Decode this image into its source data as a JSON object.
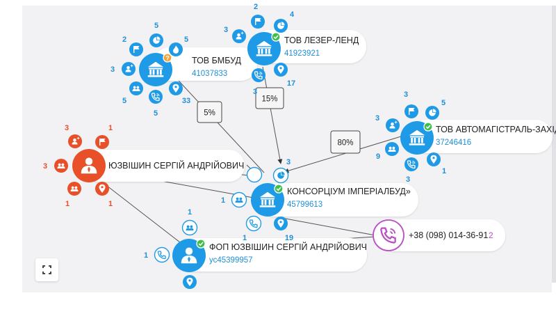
{
  "colors": {
    "company": "#1f9ae6",
    "person": "#e8502a",
    "phone": "#b94fc4",
    "check": "#3fbf4a",
    "warn": "#f0a43a",
    "line": "#555555"
  },
  "nodes": {
    "bmbud": {
      "name": "ТОВ БМБУД",
      "code": "41037833",
      "icon": "bank-icon",
      "badge": "warn"
    },
    "lezer": {
      "name": "ТОВ ЛЕЗЕР-ЛЕНД",
      "code": "41923921",
      "icon": "bank-icon",
      "badge": "check"
    },
    "avto": {
      "name": "ТОВ АВТОМАГІСТРАЛЬ-ЗАХІД",
      "code": "37246416",
      "icon": "bank-icon",
      "badge": "check"
    },
    "konsortsium": {
      "name": "КОНСОРЦІУМ ІМПЕРІАЛБУД»",
      "code": "45799613",
      "icon": "bank-icon",
      "badge": "check"
    },
    "yuzvishyn": {
      "name": "ЮЗВІШИН СЕРГІЙ АНДРІЙОВИЧ",
      "code": "",
      "icon": "person-icon",
      "badge": ""
    },
    "fop": {
      "name": "ФОП ЮЗВІШИН СЕРГІЙ АНДРІЙОВИЧ",
      "code": "ус45399957",
      "icon": "person-icon",
      "badge": "check"
    },
    "phone": {
      "name": "+38 (098) 014-36-91",
      "count": "2",
      "icon": "phone-icon"
    }
  },
  "satellites": {
    "bmbud": [
      {
        "icon": "flag-icon",
        "count": "2"
      },
      {
        "icon": "pie-chart-icon",
        "count": "5"
      },
      {
        "icon": "fire-icon",
        "count": "5"
      },
      {
        "icon": "person-add-icon",
        "count": "3"
      },
      {
        "icon": "group-icon",
        "count": "5"
      },
      {
        "icon": "phone-icon",
        "count": "5"
      },
      {
        "icon": "location-icon",
        "count": "33"
      }
    ],
    "lezer": [
      {
        "icon": "flag-icon",
        "count": "2"
      },
      {
        "icon": "pie-chart-icon",
        "count": "4"
      },
      {
        "icon": "person-add-icon",
        "count": "3"
      },
      {
        "icon": "phone-icon",
        "count": "3"
      },
      {
        "icon": "location-icon",
        "count": "17"
      }
    ],
    "avto": [
      {
        "icon": "flag-icon",
        "count": "3"
      },
      {
        "icon": "pie-chart-icon",
        "count": "5"
      },
      {
        "icon": "person-add-icon",
        "count": "3"
      },
      {
        "icon": "group-icon",
        "count": "9"
      },
      {
        "icon": "phone-icon",
        "count": "3"
      },
      {
        "icon": "location-icon",
        "count": "1"
      }
    ],
    "yuzvishyn": [
      {
        "icon": "person-add-icon",
        "count": "3"
      },
      {
        "icon": "flag-icon",
        "count": "1"
      },
      {
        "icon": "group-icon",
        "count": "3"
      },
      {
        "icon": "group-icon",
        "count": "1"
      },
      {
        "icon": "location-icon",
        "count": "1"
      }
    ],
    "konsortsium": [
      {
        "icon": "person-add-icon",
        "count": ""
      },
      {
        "icon": "pie-chart-icon",
        "count": "3"
      },
      {
        "icon": "group-icon",
        "count": "1"
      },
      {
        "icon": "phone-icon",
        "count": "1"
      },
      {
        "icon": "location-icon",
        "count": "19"
      }
    ],
    "fop": [
      {
        "icon": "group-icon",
        "count": "1"
      },
      {
        "icon": "phone-icon",
        "count": "1"
      },
      {
        "icon": "location-icon",
        "count": ""
      }
    ]
  },
  "edges": [
    {
      "from": "bmbud",
      "to": "konsortsium",
      "label": "5%"
    },
    {
      "from": "lezer",
      "to": "konsortsium",
      "label": "15%"
    },
    {
      "from": "avto",
      "to": "konsortsium",
      "label": "80%"
    }
  ],
  "toolbar": {
    "expand_icon": "expand-icon"
  }
}
